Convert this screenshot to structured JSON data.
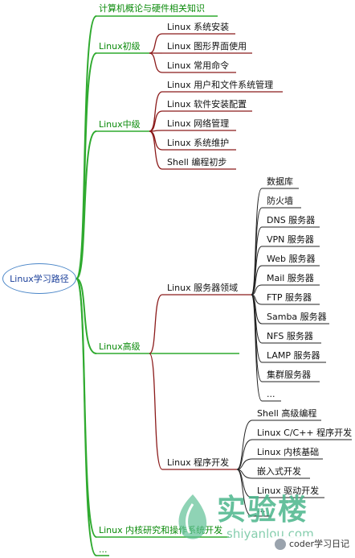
{
  "root": "Linux学习路径",
  "level1": [
    "计算机概论与硬件相关知识",
    "Linux初级",
    "Linux中级",
    "Linux高级",
    "Linux 内核研究和操作系统开发",
    "..."
  ],
  "beginner": [
    "Linux 系统安装",
    "Linux 图形界面使用",
    "Linux 常用命令"
  ],
  "intermediate": [
    "Linux 用户和文件系统管理",
    "Linux 软件安装配置",
    "Linux 网络管理",
    "Linux 系统维护",
    "Shell 编程初步"
  ],
  "advanced": [
    "Linux 服务器领域",
    "Linux 程序开发"
  ],
  "servers": [
    "数据库",
    "防火墙",
    "DNS 服务器",
    "VPN 服务器",
    "Web 服务器",
    "Mail 服务器",
    "FTP 服务器",
    "Samba 服务器",
    "NFS 服务器",
    "LAMP 服务器",
    "集群服务器",
    "..."
  ],
  "dev": [
    "Shell 高级编程",
    "Linux C/C++ 程序开发",
    "Linux 内核基础",
    "嵌入式开发",
    "Linux 驱动开发",
    "..."
  ],
  "watermark": {
    "brand_cn": "实验楼",
    "brand_en": "shiyanlou.com",
    "account": "coder学习日记"
  },
  "colors": {
    "green": "#2faa2f",
    "red": "#8b1a1a",
    "black": "#222222",
    "root_border": "#4a86c8"
  }
}
